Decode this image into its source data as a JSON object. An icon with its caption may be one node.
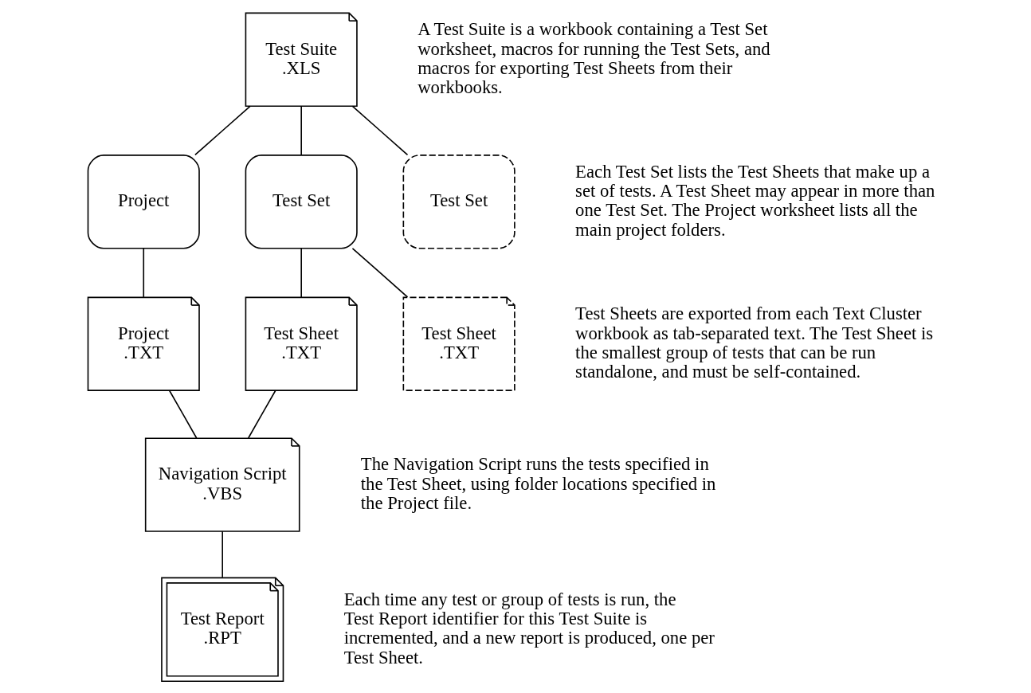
{
  "diagram": {
    "nodes": [
      {
        "text": [
          "Test Suite",
          ".XLS"
        ]
      },
      {
        "text": [
          "Project"
        ]
      },
      {
        "text": [
          "Test Set"
        ]
      },
      {
        "text": [
          "Test Set"
        ]
      },
      {
        "text": [
          "Project",
          ".TXT"
        ]
      },
      {
        "text": [
          "Test Sheet",
          ".TXT"
        ]
      },
      {
        "text": [
          "Test Sheet",
          ".TXT"
        ]
      },
      {
        "text": [
          "Navigation Script",
          ".VBS"
        ]
      },
      {
        "text": [
          "Test Report",
          ".RPT"
        ]
      }
    ],
    "edges": [
      {
        "from": 0,
        "to": 1,
        "arrow": "none"
      },
      {
        "from": 0,
        "to": 2,
        "arrow": "none"
      },
      {
        "from": 0,
        "to": 3,
        "arrow": "none"
      },
      {
        "from": 1,
        "to": 4,
        "arrow": "none"
      },
      {
        "from": 2,
        "to": 5,
        "arrow": "none"
      },
      {
        "from": 2,
        "to": 6,
        "arrow": "none"
      },
      {
        "from": 4,
        "to": 7,
        "arrow": "none"
      },
      {
        "from": 5,
        "to": 7,
        "arrow": "none"
      },
      {
        "from": 7,
        "to": 8,
        "arrow": "none"
      }
    ],
    "labels": [
      "A Test Suite is a workbook containing a Test Set worksheet, macros for running the Test Sets, and macros for exporting Test Sheets from their workbooks.",
      "Each Test Set lists the Test Sheets that make up a set of tests. A Test Sheet may appear in more than one Test Set. The Project worksheet lists all the main project folders.",
      "Test Sheets are exported from each Text Cluster workbook as tab-separated text. The Test Sheet is the smallest group of tests that can be run standalone, and must be self-contained.",
      "The Navigation Script runs the tests specified in the Test Sheet, using folder locations specified in the Project file.",
      "Each time any test or group of tests is run, the Test Report identifier for this Test Suite is incremented, and a new report is produced, one per Test Sheet."
    ]
  }
}
